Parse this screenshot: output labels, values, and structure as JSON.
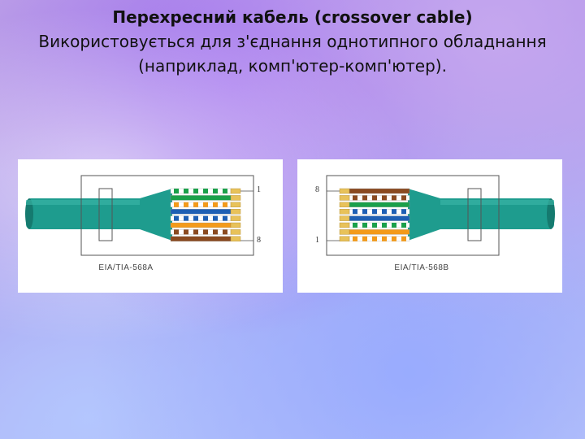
{
  "slide": {
    "title": "Перехресний кабель (crossover cable)",
    "description_line1": "Використовується для з'єднання однотипного обладнання",
    "description_line2": "(наприклад, комп'ютер-комп'ютер)."
  },
  "diagrams": [
    {
      "standard": "EIA/TIA-568A",
      "pin_top": "1",
      "pin_bottom": "8",
      "wires": [
        {
          "base": "#ffffff",
          "stripe": "#1aa04a"
        },
        {
          "base": "#1aa04a",
          "stripe": "#1aa04a"
        },
        {
          "base": "#ffffff",
          "stripe": "#f39a1a"
        },
        {
          "base": "#1e5fb4",
          "stripe": "#1e5fb4"
        },
        {
          "base": "#ffffff",
          "stripe": "#1e5fb4"
        },
        {
          "base": "#f39a1a",
          "stripe": "#f39a1a"
        },
        {
          "base": "#ffffff",
          "stripe": "#8a4a20"
        },
        {
          "base": "#8a4a20",
          "stripe": "#8a4a20"
        }
      ]
    },
    {
      "standard": "EIA/TIA-568B",
      "pin_top": "8",
      "pin_bottom": "1",
      "wires": [
        {
          "base": "#8a4a20",
          "stripe": "#8a4a20"
        },
        {
          "base": "#ffffff",
          "stripe": "#8a4a20"
        },
        {
          "base": "#1aa04a",
          "stripe": "#1aa04a"
        },
        {
          "base": "#ffffff",
          "stripe": "#1e5fb4"
        },
        {
          "base": "#1e5fb4",
          "stripe": "#1e5fb4"
        },
        {
          "base": "#ffffff",
          "stripe": "#1aa04a"
        },
        {
          "base": "#f39a1a",
          "stripe": "#f39a1a"
        },
        {
          "base": "#ffffff",
          "stripe": "#f39a1a"
        }
      ]
    }
  ],
  "colors": {
    "cable": "#1e9c8e",
    "cable_dark": "#157a6f",
    "connector_outline": "#555555"
  }
}
